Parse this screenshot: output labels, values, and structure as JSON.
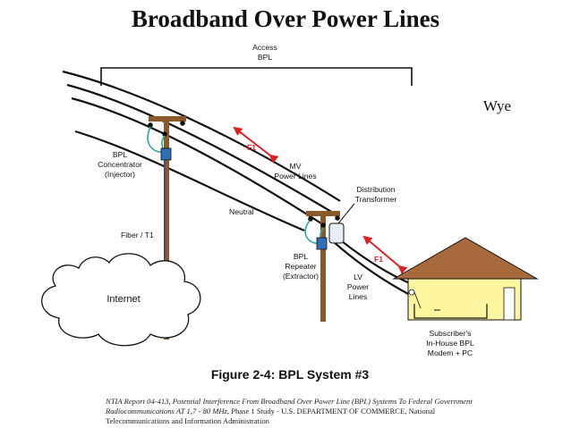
{
  "slide": {
    "title": "Broadband Over Power Lines",
    "side_label": "Wye"
  },
  "diagram": {
    "access_bpl": [
      "Access",
      "BPL"
    ],
    "concentrator": [
      "BPL",
      "Concentrator",
      "(Injector)"
    ],
    "mv_lines": [
      "MV",
      "Power Lines"
    ],
    "f1_label": "F1",
    "distribution_transformer": [
      "Distribution",
      "Transformer"
    ],
    "neutral": "Neutral",
    "fiber": "Fiber / T1",
    "repeater": [
      "BPL",
      "Repeater",
      "(Extractor)"
    ],
    "lv_lines": [
      "LV",
      "Power",
      "Lines"
    ],
    "internet": "Internet",
    "subscriber": [
      "Subscriber's",
      "In-House BPL",
      "Modem + PC"
    ],
    "figure_caption": "Figure 2-4: BPL System #3",
    "colors": {
      "arrow_red": "#e02020",
      "pole_brown": "#8a5a2b",
      "roof_brown": "#a86a3a",
      "house_yellow": "#fff6a0",
      "device_blue": "#2f6fb5",
      "fiber_blue": "#3a3aa8",
      "coupler_teal": "#2aa7a7"
    }
  },
  "citation": {
    "italic": "NTIA Report 04-413, Potential Interference From Broadband Over Power Line (BPL) Systems To Federal Government Radiocommunications AT 1.7 - 80 MHz,",
    "plain": " Phase 1 Study - U.S. DEPARTMENT OF COMMERCE, National Telecommunications and Information Administration"
  }
}
